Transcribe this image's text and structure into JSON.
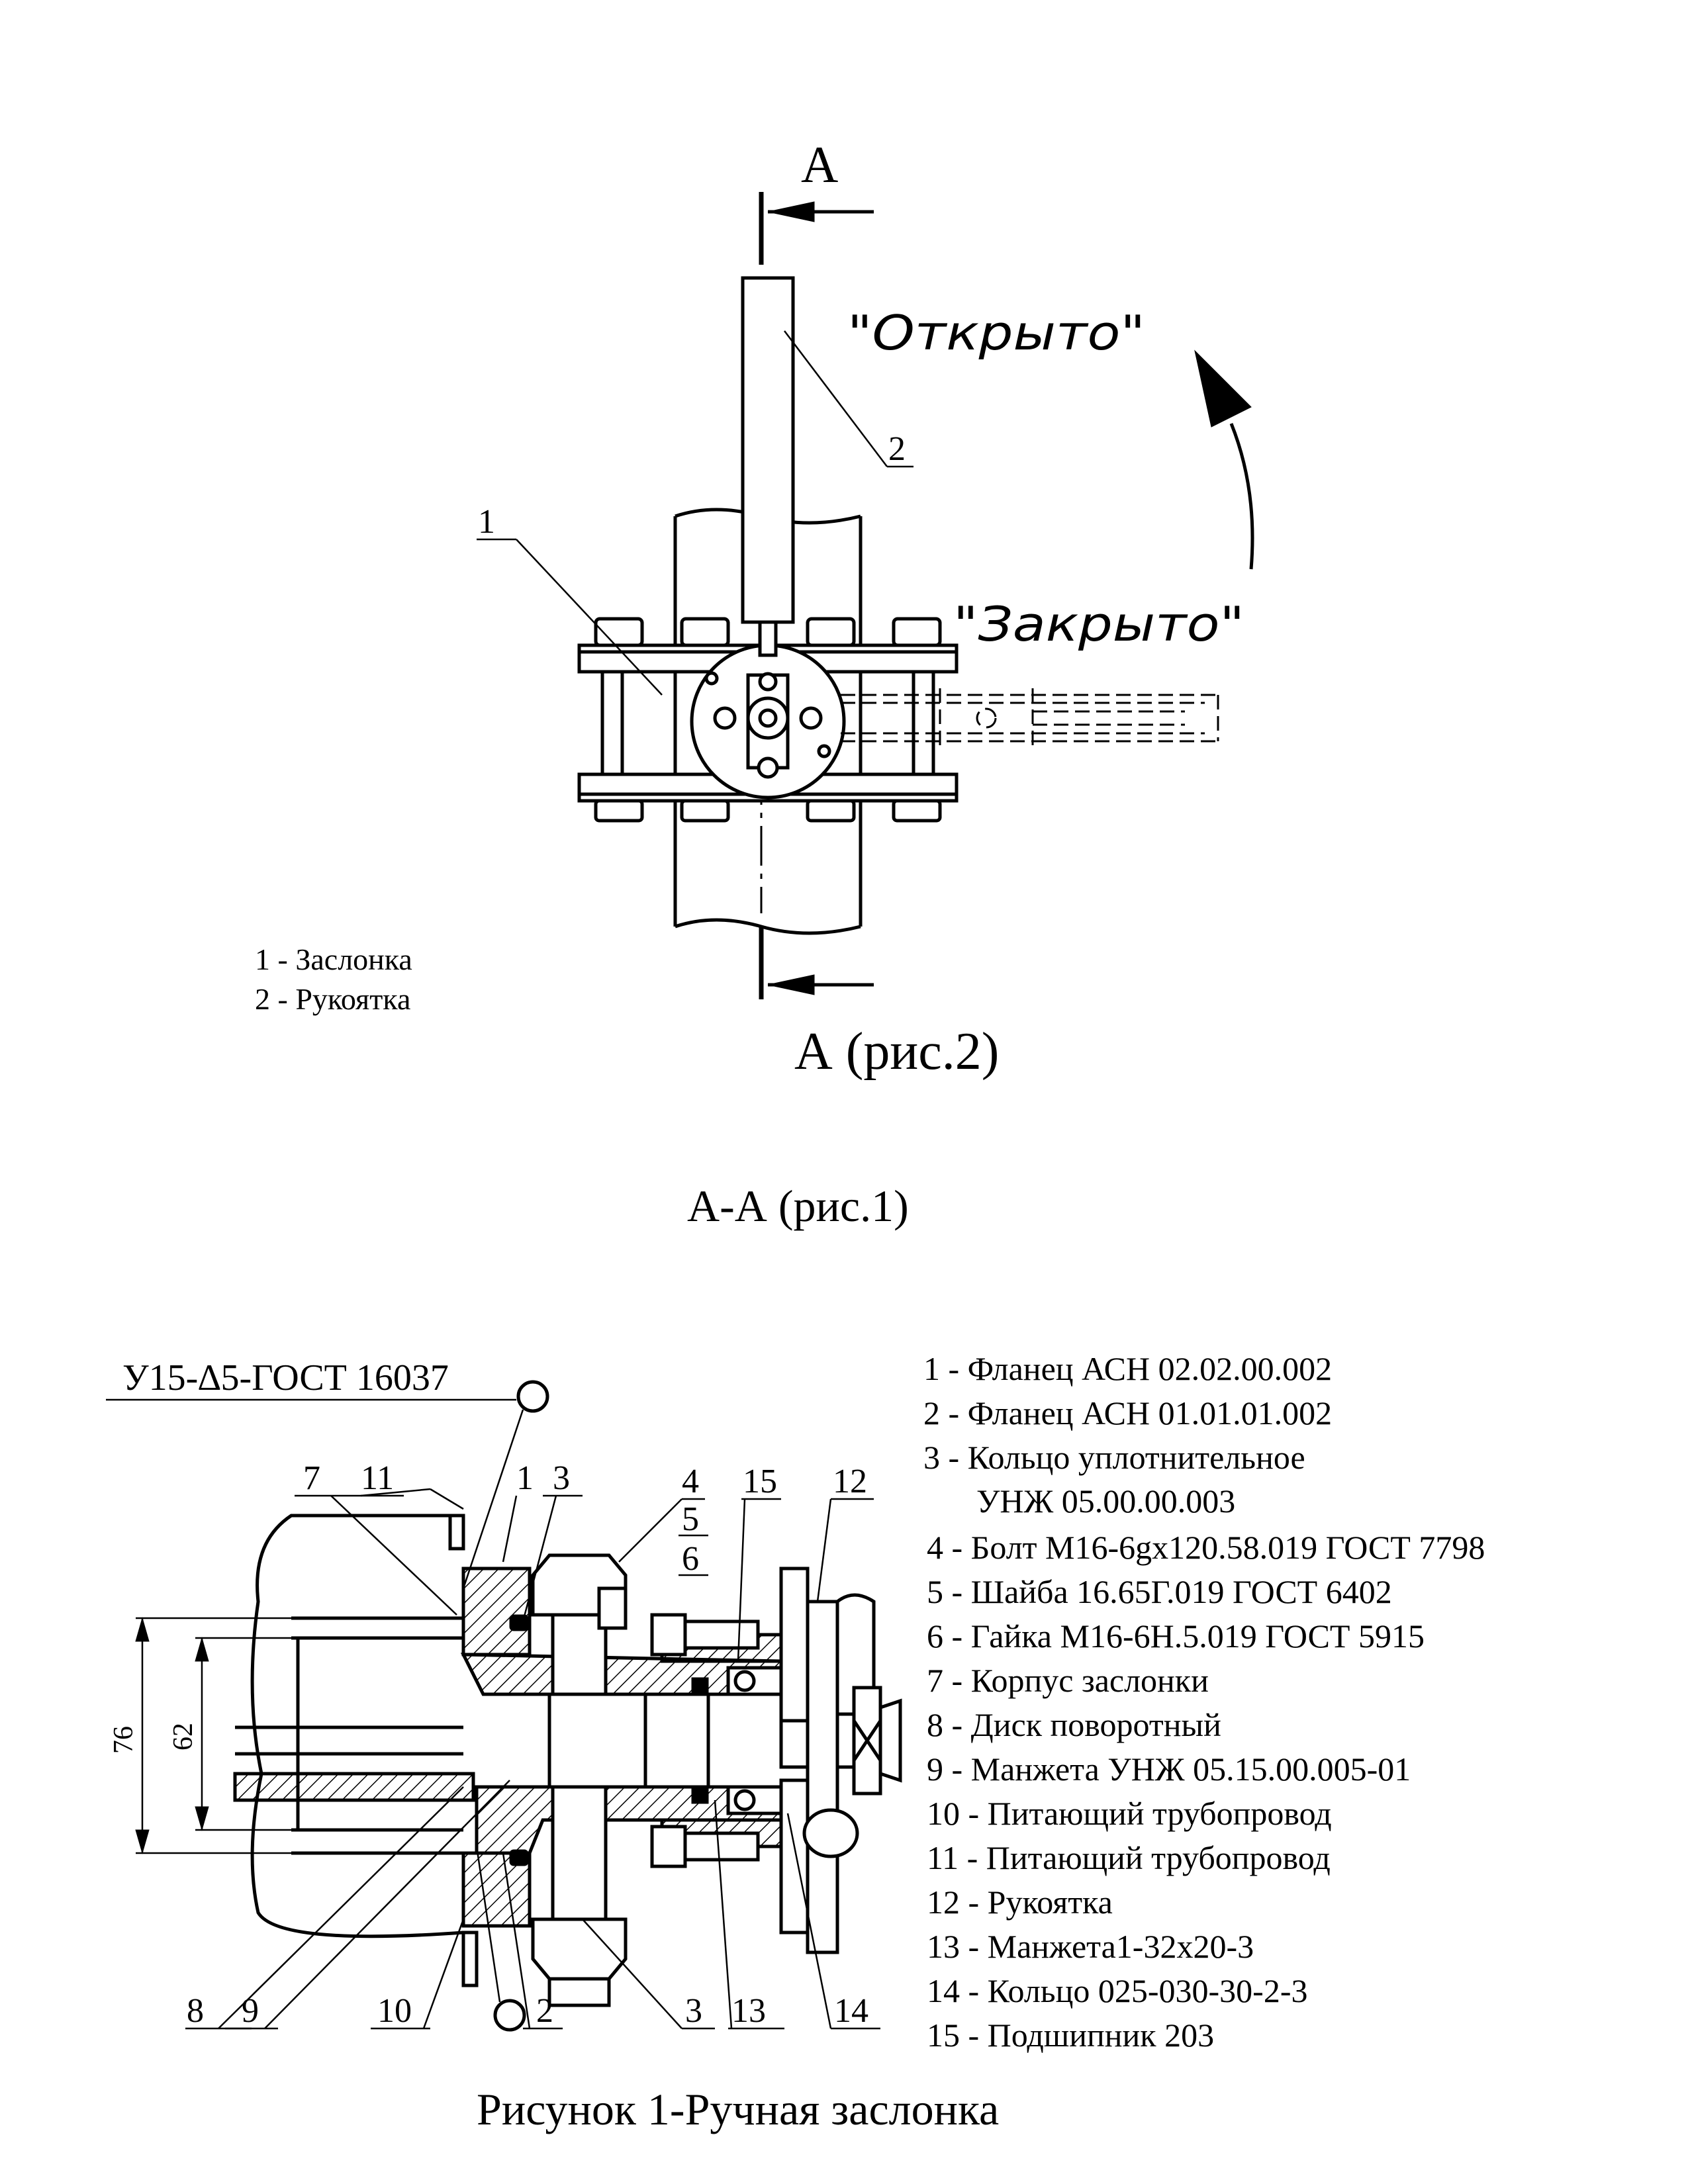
{
  "figure1": {
    "section_letter_top": "А",
    "state_open": "\"Открыто\"",
    "state_closed": "\"Закрыто\"",
    "callout_1": "1",
    "callout_2": "2",
    "legend": [
      "1 - Заслонка",
      "2 - Рукоятка"
    ],
    "view_label": "А (рис.2)"
  },
  "section_title": "А-А (рис.1)",
  "figure2": {
    "weld_symbol": "У15-∆5-ГОСТ 16037",
    "dimensions": {
      "outer": "76",
      "inner": "62"
    },
    "callouts_top": [
      "7",
      "11",
      "1",
      "3",
      "4",
      "5",
      "6",
      "15",
      "12"
    ],
    "callouts_bottom": [
      "8",
      "9",
      "10",
      "2",
      "3",
      "13",
      "14"
    ],
    "parts_list": [
      "1 - Фланец АСН 02.02.00.002",
      "2 - Фланец АСН 01.01.01.002",
      "3 - Кольцо уплотнительное",
      "УНЖ 05.00.00.003",
      "4 - Болт М16-6gx120.58.019 ГОСТ 7798",
      "5 - Шайба 16.65Г.019  ГОСТ 6402",
      "6 - Гайка М16-6Н.5.019 ГОСТ 5915",
      "7 - Корпус заслонки",
      "8 - Диск поворотный",
      "9 - Манжета УНЖ 05.15.00.005-01",
      "10 - Питающий трубопровод",
      "11 - Питающий трубопровод",
      "12 - Рукоятка",
      "13 - Манжета1-32x20-3",
      "14 - Кольцо 025-030-30-2-3",
      "15 - Подшипник 203"
    ]
  },
  "caption": "Рисунок 1-Ручная заслонка"
}
